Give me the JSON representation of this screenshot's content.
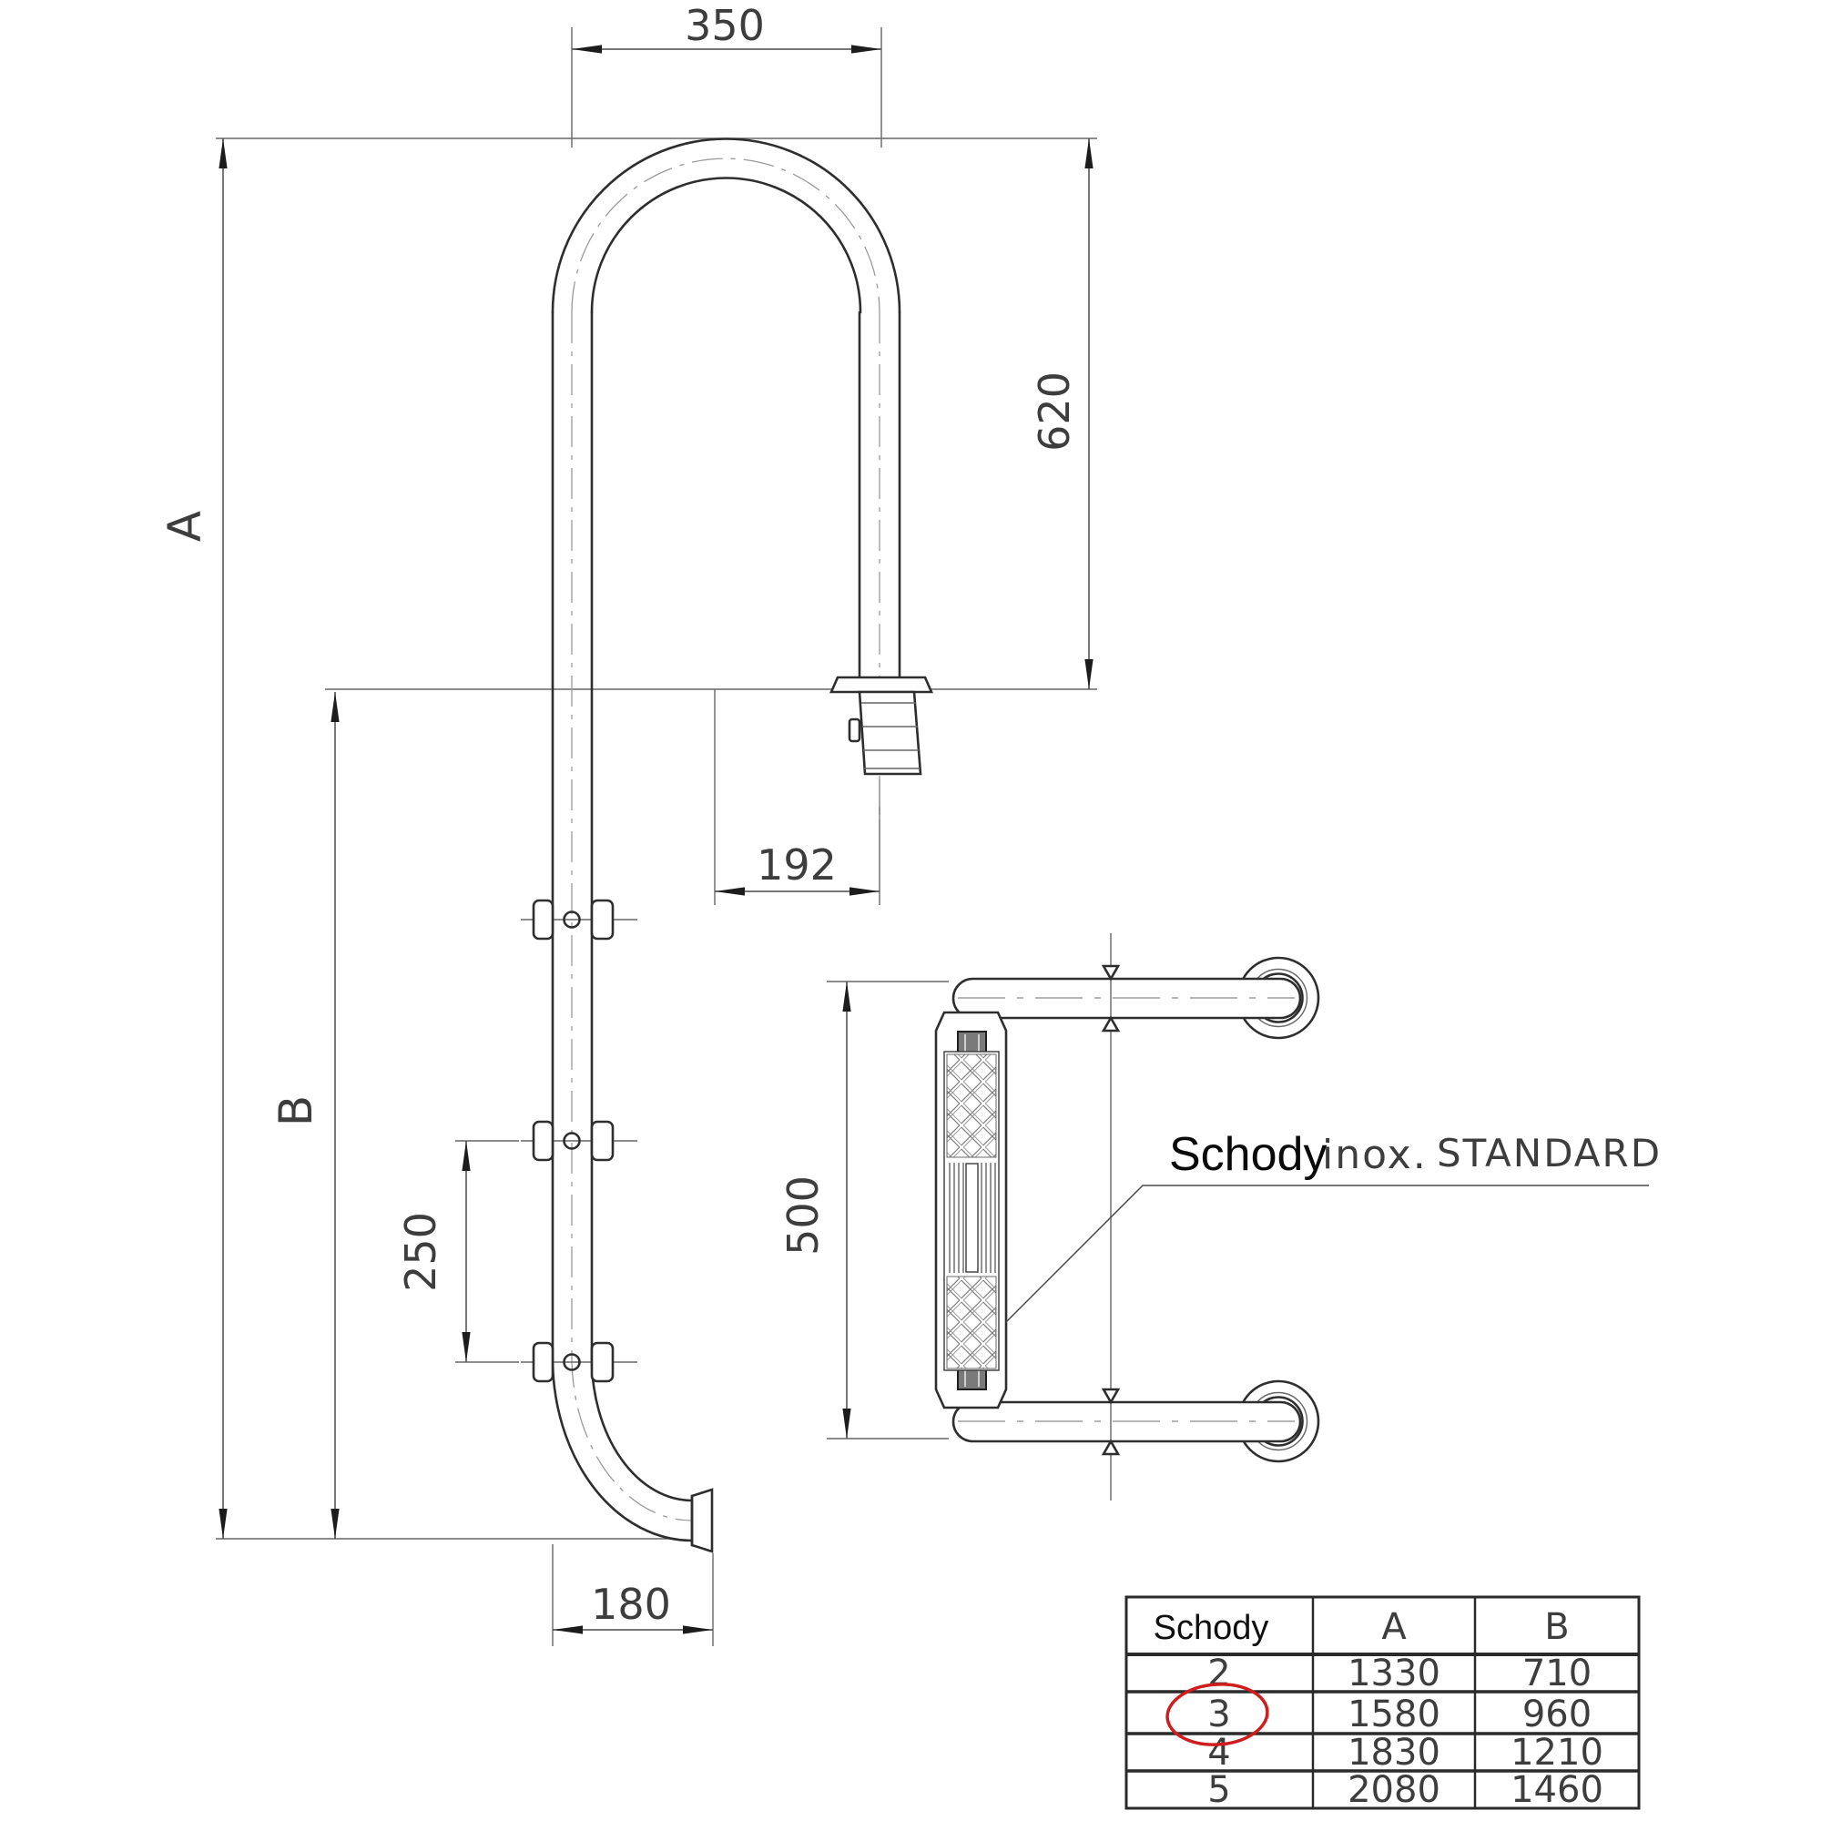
{
  "side_view": {
    "dim_top_width": "350",
    "dim_handrail_height": "620",
    "dim_step_offset": "192",
    "dim_step_spacing": "250",
    "dim_bottom_reach": "180",
    "label_total_height": "A",
    "label_below_deck": "B"
  },
  "top_view": {
    "dim_step_width": "500"
  },
  "callout": {
    "product": "Schody",
    "material": "inox.",
    "series": "STANDARD"
  },
  "table": {
    "header": {
      "steps": "Schody",
      "a": "A",
      "b": "B"
    },
    "rows": [
      {
        "steps": "2",
        "a": "1330",
        "b": "710"
      },
      {
        "steps": "3",
        "a": "1580",
        "b": "960"
      },
      {
        "steps": "4",
        "a": "1830",
        "b": "1210"
      },
      {
        "steps": "5",
        "a": "2080",
        "b": "1460"
      }
    ],
    "highlighted_steps": "3"
  },
  "colors": {
    "outline": "#2e2e2e",
    "dim_line": "#4a4a4a",
    "centerline": "#9a9a9a",
    "text": "#3d3d3d",
    "highlight": "#cf1d1d"
  }
}
